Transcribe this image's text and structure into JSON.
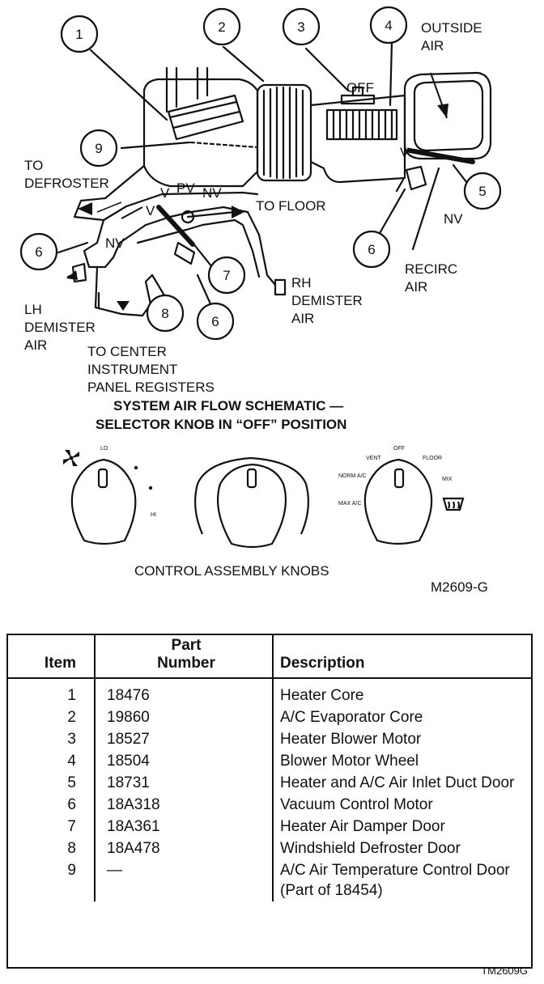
{
  "callouts": [
    "1",
    "2",
    "3",
    "4",
    "5",
    "6",
    "7",
    "8",
    "9"
  ],
  "schematic_labels": {
    "off": "OFF",
    "outside_air": [
      "OUTSIDE",
      "AIR"
    ],
    "to_defroster": [
      "TO",
      "DEFROSTER"
    ],
    "to_floor": "TO FLOOR",
    "v": "V",
    "pv": "PV",
    "nv": "NV",
    "recirc_air": [
      "RECIRC",
      "AIR"
    ],
    "rh_demister_air": [
      "RH",
      "DEMISTER",
      "AIR"
    ],
    "lh_demister_air": [
      "LH",
      "DEMISTER",
      "AIR"
    ],
    "center_registers": [
      "TO CENTER",
      "INSTRUMENT",
      "PANEL REGISTERS"
    ]
  },
  "schematic_caption": [
    "SYSTEM AIR FLOW SCHEMATIC —",
    "SELECTOR KNOB IN “OFF” POSITION"
  ],
  "knob_labels": {
    "fan": [
      "LO",
      "HI"
    ],
    "mode": [
      "VENT",
      "OFF",
      "FLOOR",
      "NORM A/C",
      "MIX",
      "MAX A/C"
    ]
  },
  "knobs_caption": "CONTROL ASSEMBLY KNOBS",
  "figure_code": "M2609-G",
  "table": {
    "headers": {
      "item": "Item",
      "part": [
        "Part",
        "Number"
      ],
      "description": "Description"
    },
    "rows": [
      {
        "item": "1",
        "part": "18476",
        "description": "Heater Core"
      },
      {
        "item": "2",
        "part": "19860",
        "description": "A/C Evaporator Core"
      },
      {
        "item": "3",
        "part": "18527",
        "description": "Heater Blower Motor"
      },
      {
        "item": "4",
        "part": "18504",
        "description": "Blower Motor Wheel"
      },
      {
        "item": "5",
        "part": "18731",
        "description": "Heater and A/C Air Inlet Duct Door"
      },
      {
        "item": "6",
        "part": "18A318",
        "description": "Vacuum Control Motor"
      },
      {
        "item": "7",
        "part": "18A361",
        "description": "Heater Air Damper Door"
      },
      {
        "item": "8",
        "part": "18A478",
        "description": "Windshield Defroster Door"
      },
      {
        "item": "9",
        "part": "—",
        "description": "A/C Air Temperature Control Door (Part of 18454)"
      }
    ]
  },
  "table_code": "TM2609G"
}
